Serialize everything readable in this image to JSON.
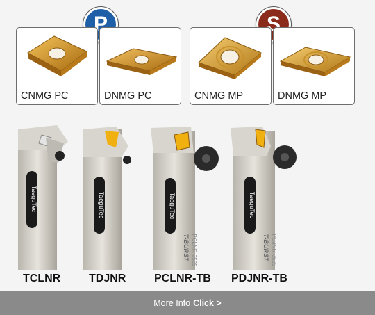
{
  "badges": [
    {
      "letter": "P",
      "color": "#1f5fa8"
    },
    {
      "letter": "S",
      "color": "#8a2b1c"
    }
  ],
  "inserts": [
    {
      "label": "CNMG PC",
      "icon": "cnmg-pc-insert-icon"
    },
    {
      "label": "DNMG PC",
      "icon": "dnmg-pc-insert-icon"
    },
    {
      "label": "CNMG MP",
      "icon": "cnmg-mp-insert-icon"
    },
    {
      "label": "DNMG MP",
      "icon": "dnmg-mp-insert-icon"
    }
  ],
  "tools": [
    {
      "name": "TCLNR",
      "brand": "TaeguTec"
    },
    {
      "name": "TDJNR",
      "brand": "TaeguTec"
    },
    {
      "name": "PCLNR-TB",
      "brand": "TaeguTec",
      "series_text": "T-BURST",
      "code_text": "PCLNR 2525"
    },
    {
      "name": "PDJNR-TB",
      "brand": "TaeguTec",
      "series_text": "T-BURST",
      "code_text": "PDJNR 2525"
    }
  ],
  "footer": {
    "text": "More Info",
    "link": "Click >"
  },
  "colors": {
    "gold": "#c98a1e",
    "footer_bg": "#8a8a8a",
    "panel_bg": "#f4f4f4"
  }
}
